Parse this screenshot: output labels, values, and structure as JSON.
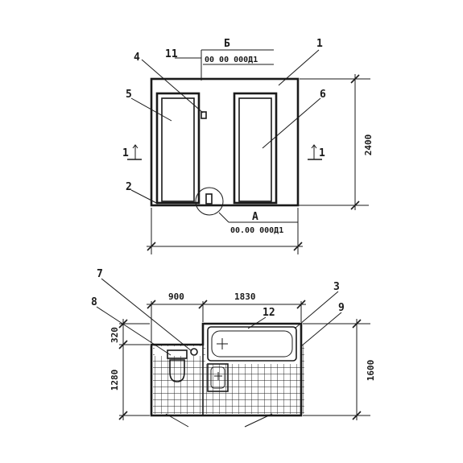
{
  "elevation": {
    "callouts": [
      "1",
      "11",
      "4",
      "5",
      "6",
      "2"
    ],
    "section_mark": "Б",
    "section_code_top": "00 00 000Д1",
    "detail_mark": "А",
    "detail_code": "00.00 000Д1",
    "height_dim": "2400",
    "cut_mark": "1"
  },
  "plan": {
    "callouts": [
      "7",
      "8",
      "3",
      "9",
      "12"
    ],
    "dim_width_left": "900",
    "dim_width_right": "1830",
    "dim_height_small": "320",
    "dim_height_mid": "1280",
    "dim_height_total": "1600"
  },
  "colors": {
    "ink": "#1a1a1a",
    "paper": "#ffffff"
  }
}
